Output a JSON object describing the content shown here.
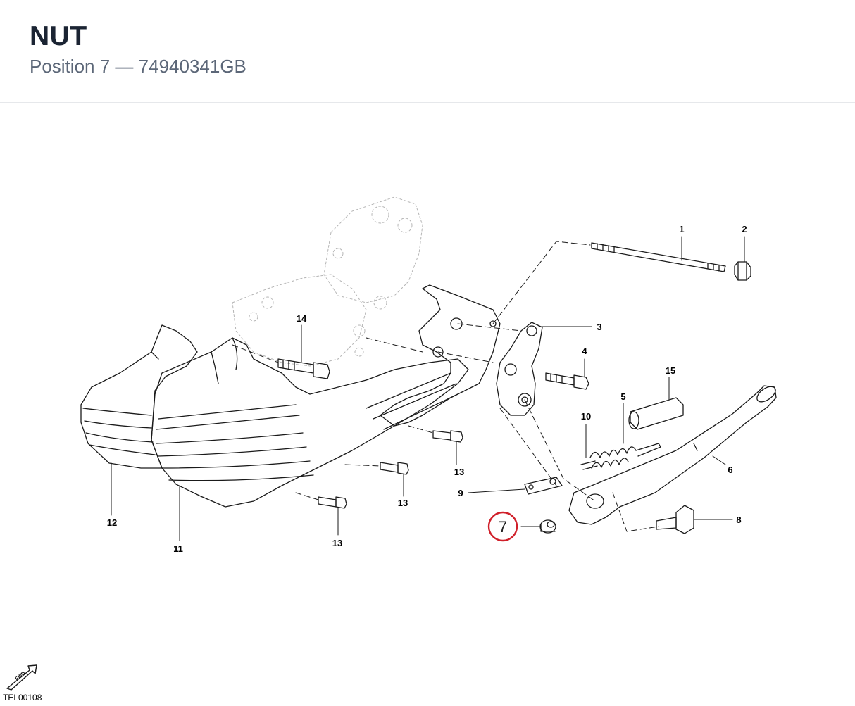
{
  "header": {
    "title": "NUT",
    "position_label": "Position 7",
    "separator": "—",
    "part_number": "74940341GB"
  },
  "diagram": {
    "callouts": {
      "c1": "1",
      "c2": "2",
      "c3": "3",
      "c4": "4",
      "c5": "5",
      "c6": "6",
      "c8": "8",
      "c9": "9",
      "c10": "10",
      "c11": "11",
      "c12": "12",
      "c13a": "13",
      "c13b": "13",
      "c13c": "13",
      "c14": "14",
      "c15": "15"
    },
    "highlighted_callout": "7",
    "highlight_color": "#d0202a",
    "fwd_label": "FWD",
    "drawing_code": "TEL00108"
  }
}
